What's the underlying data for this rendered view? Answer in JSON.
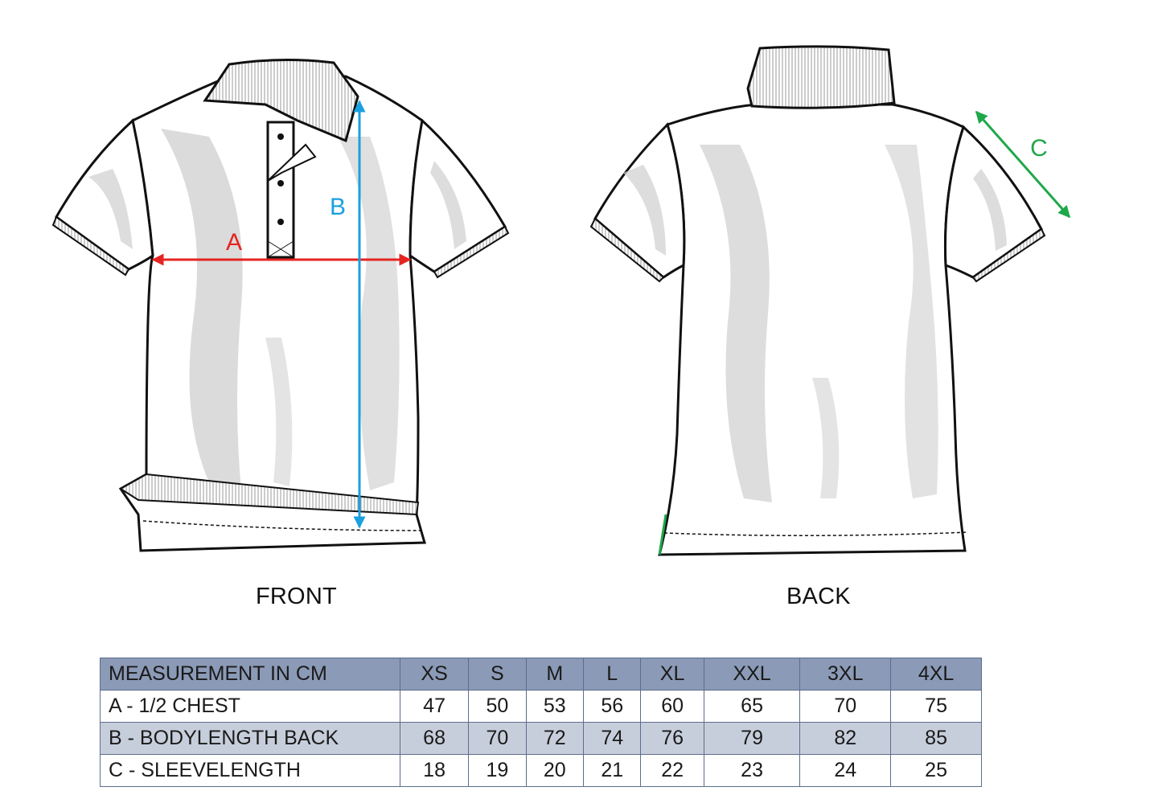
{
  "views": {
    "front_label": "FRONT",
    "back_label": "BACK"
  },
  "markers": {
    "a": {
      "label": "A",
      "color": "#e52421"
    },
    "b": {
      "label": "B",
      "color": "#1aa0e0"
    },
    "c": {
      "label": "C",
      "color": "#1ea84a"
    }
  },
  "table": {
    "header": [
      "MEASUREMENT IN CM",
      "XS",
      "S",
      "M",
      "L",
      "XL",
      "XXL",
      "3XL",
      "4XL"
    ],
    "rows": [
      {
        "label": "A - 1/2 CHEST",
        "values": [
          "47",
          "50",
          "53",
          "56",
          "60",
          "65",
          "70",
          "75"
        ]
      },
      {
        "label": "B - BODYLENGTH BACK",
        "values": [
          "68",
          "70",
          "72",
          "74",
          "76",
          "79",
          "82",
          "85"
        ]
      },
      {
        "label": "C - SLEEVELENGTH",
        "values": [
          "18",
          "19",
          "20",
          "21",
          "22",
          "23",
          "24",
          "25"
        ]
      }
    ]
  },
  "colors": {
    "header_bg": "#8b9ab6",
    "stripe_bg": "#c7cedb",
    "outline": "#111111",
    "shade": "#cfcfcf"
  }
}
